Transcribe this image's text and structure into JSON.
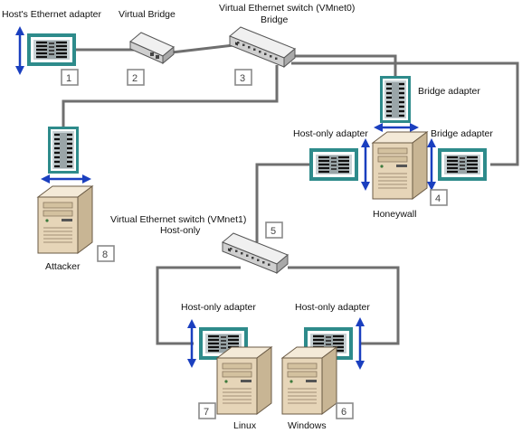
{
  "labels": {
    "host_eth_adapter": "Host's Ethernet adapter",
    "virtual_bridge": "Virtual Bridge",
    "vmnet0_line1": "Virtual Ethernet switch (VMnet0)",
    "vmnet0_line2": "Bridge",
    "bridge_adapter_top": "Bridge adapter",
    "host_only_adapter_honeywall": "Host-only adapter",
    "bridge_adapter_right": "Bridge adapter",
    "honeywall": "Honeywall",
    "vmnet1_line1": "Virtual Ethernet switch (VMnet1)",
    "vmnet1_line2": "Host-only",
    "attacker": "Attacker",
    "host_only_adapter_linux": "Host-only adapter",
    "host_only_adapter_windows": "Host-only adapter",
    "linux": "Linux",
    "windows": "Windows"
  },
  "numbers": {
    "n1": "1",
    "n2": "2",
    "n3": "3",
    "n4": "4",
    "n5": "5",
    "n6": "6",
    "n7": "7",
    "n8": "8"
  },
  "colors": {
    "wire": "#6f6f6f",
    "adapter_frame": "#2e8b8b",
    "adapter_chip": "#101010",
    "arrow": "#1a3fbf",
    "server_body": "#e6d5b8",
    "switch_body": "#dcdcdc"
  }
}
